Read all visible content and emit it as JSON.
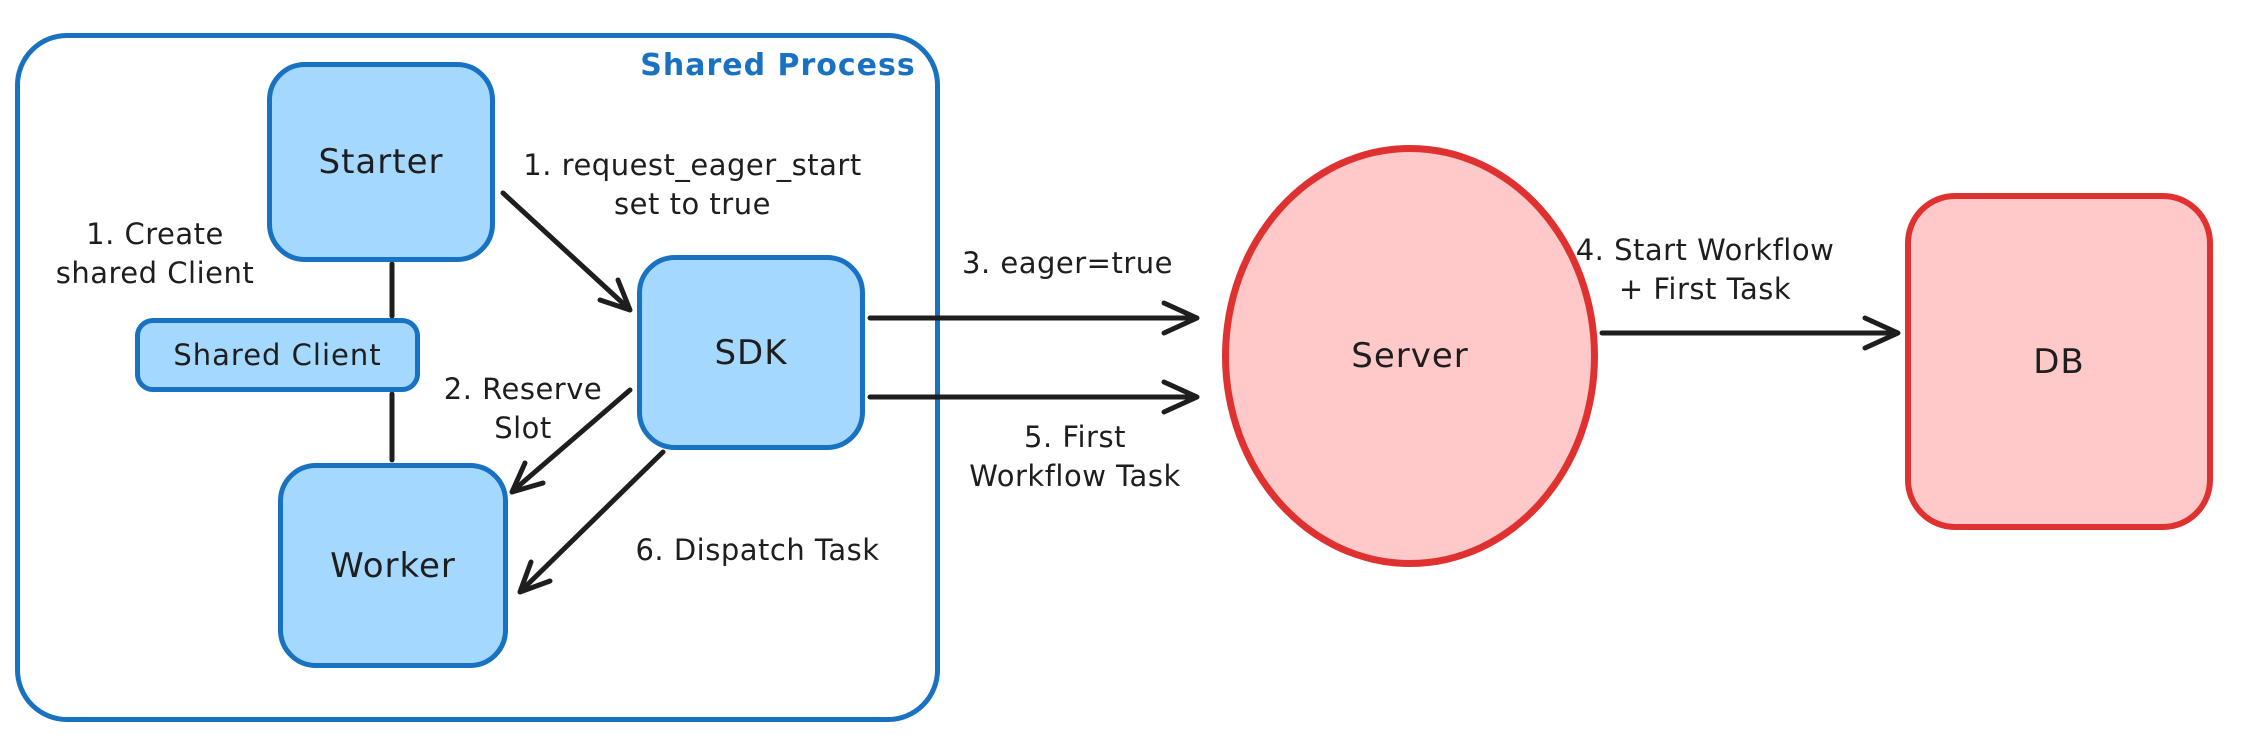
{
  "diagram": {
    "container": {
      "label": "Shared Process"
    },
    "nodes": {
      "starter": {
        "label": "Starter"
      },
      "shared_client": {
        "label": "Shared Client"
      },
      "worker": {
        "label": "Worker"
      },
      "sdk": {
        "label": "SDK"
      },
      "server": {
        "label": "Server"
      },
      "db": {
        "label": "DB"
      }
    },
    "annotations": {
      "create_shared_client": "1. Create\nshared Client",
      "request_eager_start": "1. request_eager_start\nset to true",
      "reserve_slot": "2. Reserve\nSlot",
      "eager_true": "3. eager=true",
      "start_workflow": "4. Start Workflow\n+ First Task",
      "first_workflow_task": "5. First\nWorkflow Task",
      "dispatch_task": "6. Dispatch Task"
    },
    "colors": {
      "blue_stroke": "#1971c2",
      "blue_fill": "#a5d8ff",
      "red_stroke": "#e03131",
      "red_fill": "#ffc9c9",
      "ink": "#1e1e1e"
    }
  }
}
